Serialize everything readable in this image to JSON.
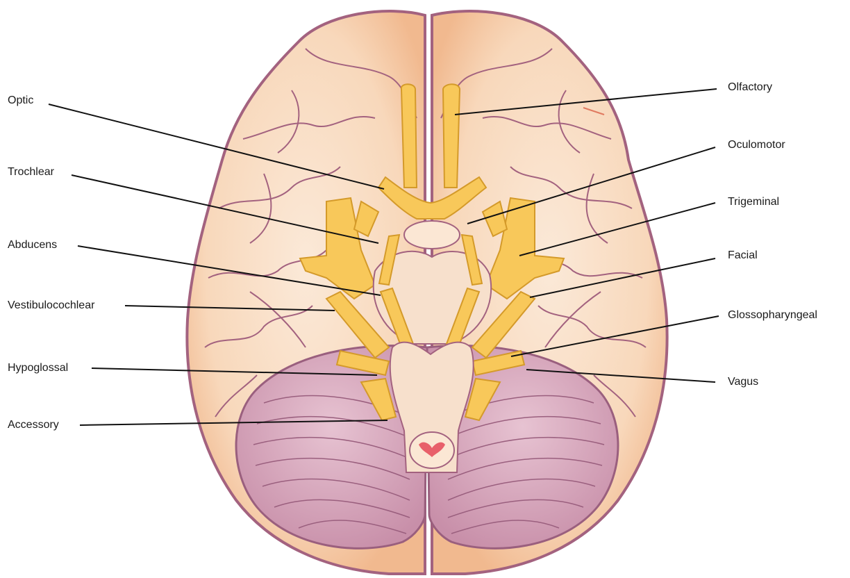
{
  "labels_left": {
    "optic": "Optic",
    "trochlear": "Trochlear",
    "abducens": "Abducens",
    "vestibulocochlear": "Vestibulocochlear",
    "hypoglossal": "Hypoglossal",
    "accessory": "Accessory"
  },
  "labels_right": {
    "olfactory": "Olfactory",
    "oculomotor": "Oculomotor",
    "trigeminal": "Trigeminal",
    "facial": "Facial",
    "glossopharyngeal": "Glossopharyngeal",
    "vagus": "Vagus"
  },
  "colors": {
    "brain_outline": "#a3627f",
    "cerebrum_fill": "#f7d9bd",
    "cerebrum_light": "#fbe7d4",
    "cerebellum_fill": "#d4a0b8",
    "cerebellum_line": "#9a5f7e",
    "nerve_fill": "#f8c85a",
    "nerve_outline": "#d49a2a",
    "brainstem_fill": "#f7e0cc",
    "cord_center": "#e8606a",
    "leader_line": "#111111"
  }
}
